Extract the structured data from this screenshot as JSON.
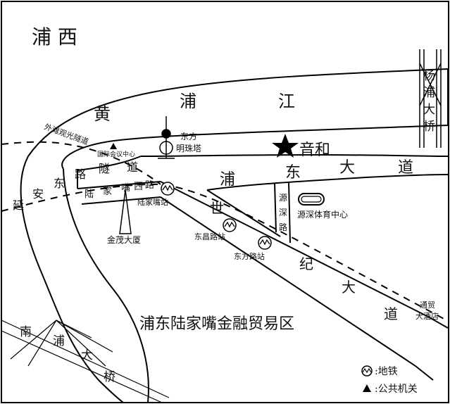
{
  "map": {
    "district_west": "浦 西",
    "river": [
      "黄",
      "浦",
      "江"
    ],
    "bridge_north": [
      "杨",
      "浦",
      "大",
      "桥"
    ],
    "bridge_south": [
      "南",
      "浦",
      "大",
      "桥"
    ],
    "tunnel": "外滩观光隧道",
    "hotel": "音和",
    "zone": "浦东陆家嘴金融贸易区",
    "roads": {
      "pudong_dadao": [
        "浦",
        "东",
        "大",
        "道"
      ],
      "century_avenue": [
        "世",
        "纪",
        "大",
        "道"
      ],
      "yanan_road": [
        "延",
        "安",
        "东",
        "路",
        "隧",
        "道"
      ],
      "lujiazui_west": [
        "陆",
        "家",
        "嘴",
        "西",
        "路"
      ],
      "yuanshen_road": [
        "源",
        "深",
        "路"
      ]
    },
    "landmarks": {
      "tower": "东方\n明珠塔",
      "conference": "国际会议中心",
      "jinmao": "金茂大厦",
      "stadium": "源深体育中心",
      "hotel_shanghai": "通贸\n大酒店"
    },
    "stations": {
      "lujiazui": "陆家嘴站",
      "dongchang": "东昌路站",
      "dongfang": "东方路站"
    },
    "legend": {
      "metro": ":地铁",
      "public": ":公共机关"
    }
  }
}
